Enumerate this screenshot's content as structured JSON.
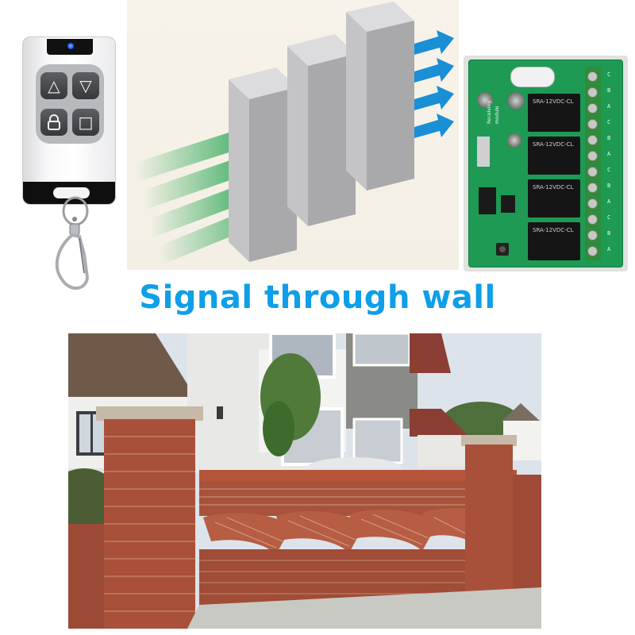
{
  "caption": "Signal through wall",
  "remote": {
    "buttons": [
      {
        "glyph": "△",
        "icon": "triangle-up-icon"
      },
      {
        "glyph": "▽",
        "icon": "triangle-down-icon"
      },
      {
        "glyph": "🔒",
        "icon": "lock-icon"
      },
      {
        "glyph": "□",
        "icon": "square-icon"
      }
    ]
  },
  "receiver": {
    "board_text": [
      "Receiving",
      "module"
    ],
    "relays": [
      "SRA-12VDC-CL",
      "SRA-12VDC-CL",
      "SRA-12VDC-CL",
      "SRA-12VDC-CL"
    ],
    "pin_labels": [
      "C",
      "B",
      "A",
      "C",
      "B",
      "A",
      "C",
      "B",
      "A",
      "C",
      "B",
      "A"
    ]
  },
  "colors": {
    "caption": "#0e9fe8",
    "wall": "#c9c9cb",
    "signal_green": "#3fae63",
    "signal_blue": "#1b8fd6",
    "pcb": "#1e9a55",
    "brick": "#b5573d",
    "sky": "#dde3ea"
  }
}
